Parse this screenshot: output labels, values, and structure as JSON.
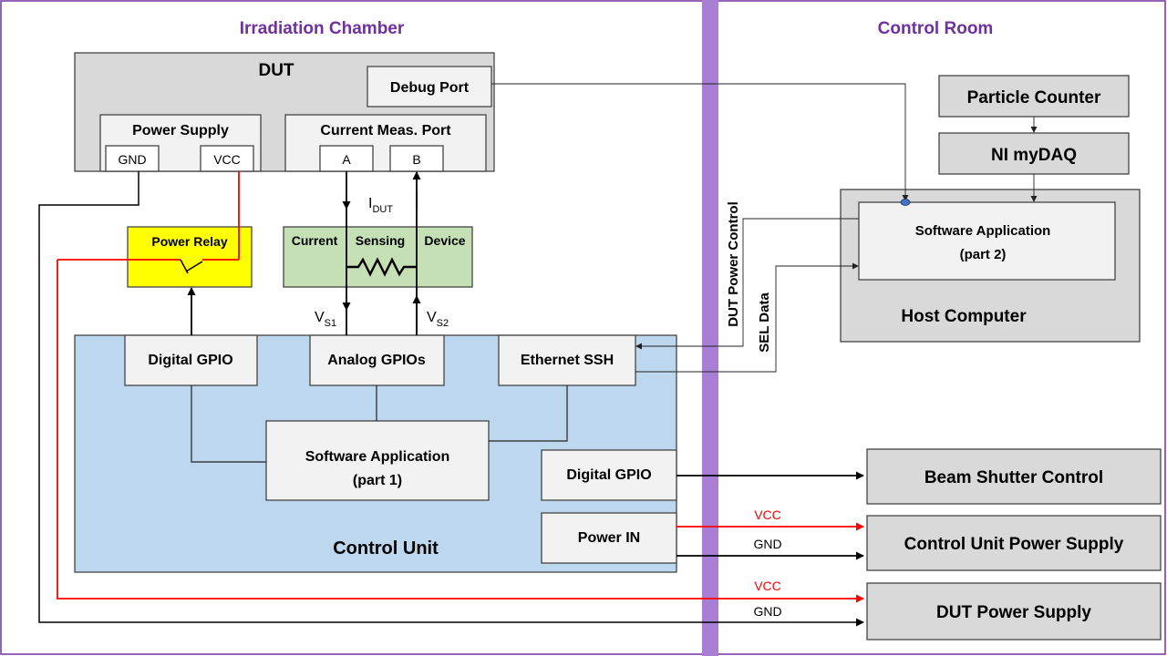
{
  "regions": {
    "irradiation_chamber": "Irradiation Chamber",
    "control_room": "Control Room"
  },
  "dut": {
    "title": "DUT",
    "debug_port": "Debug Port",
    "power_supply": "Power Supply",
    "gnd": "GND",
    "vcc": "VCC",
    "current_meas_port": "Current Meas. Port",
    "port_a": "A",
    "port_b": "B"
  },
  "power_relay": "Power Relay",
  "current_sensing": {
    "w1": "Current",
    "w2": "Sensing",
    "w3": "Device"
  },
  "signals": {
    "i_dut": "I",
    "i_dut_sub": "DUT",
    "vs1": "V",
    "vs1_sub": "S1",
    "vs2": "V",
    "vs2_sub": "S2"
  },
  "control_unit": {
    "title": "Control Unit",
    "digital_gpio_top": "Digital GPIO",
    "analog_gpios": "Analog GPIOs",
    "ethernet_ssh": "Ethernet SSH",
    "software_app_1_line1": "Software Application",
    "software_app_1_line2": "(part 1)",
    "digital_gpio_bottom": "Digital GPIO",
    "power_in": "Power IN"
  },
  "control_room": {
    "particle_counter": "Particle Counter",
    "ni_mydaq": "NI myDAQ",
    "host_computer": "Host Computer",
    "software_app_2_line1": "Software Application",
    "software_app_2_line2": "(part 2)",
    "beam_shutter": "Beam Shutter Control",
    "cu_power_supply": "Control Unit Power Supply",
    "dut_power_supply": "DUT Power Supply"
  },
  "link_labels": {
    "dut_power_control": "DUT Power Control",
    "sel_data": "SEL Data",
    "vcc_cu": "VCC",
    "gnd_cu": "GND",
    "vcc_dut": "VCC",
    "gnd_dut": "GND"
  },
  "colors": {
    "purple": "#7030a0",
    "divider": "#a97fd6",
    "relay_yellow": "#ffff00",
    "sensing_green": "#c5e0b4",
    "control_unit_blue": "#bdd7ee",
    "power_red": "#ff0000"
  }
}
